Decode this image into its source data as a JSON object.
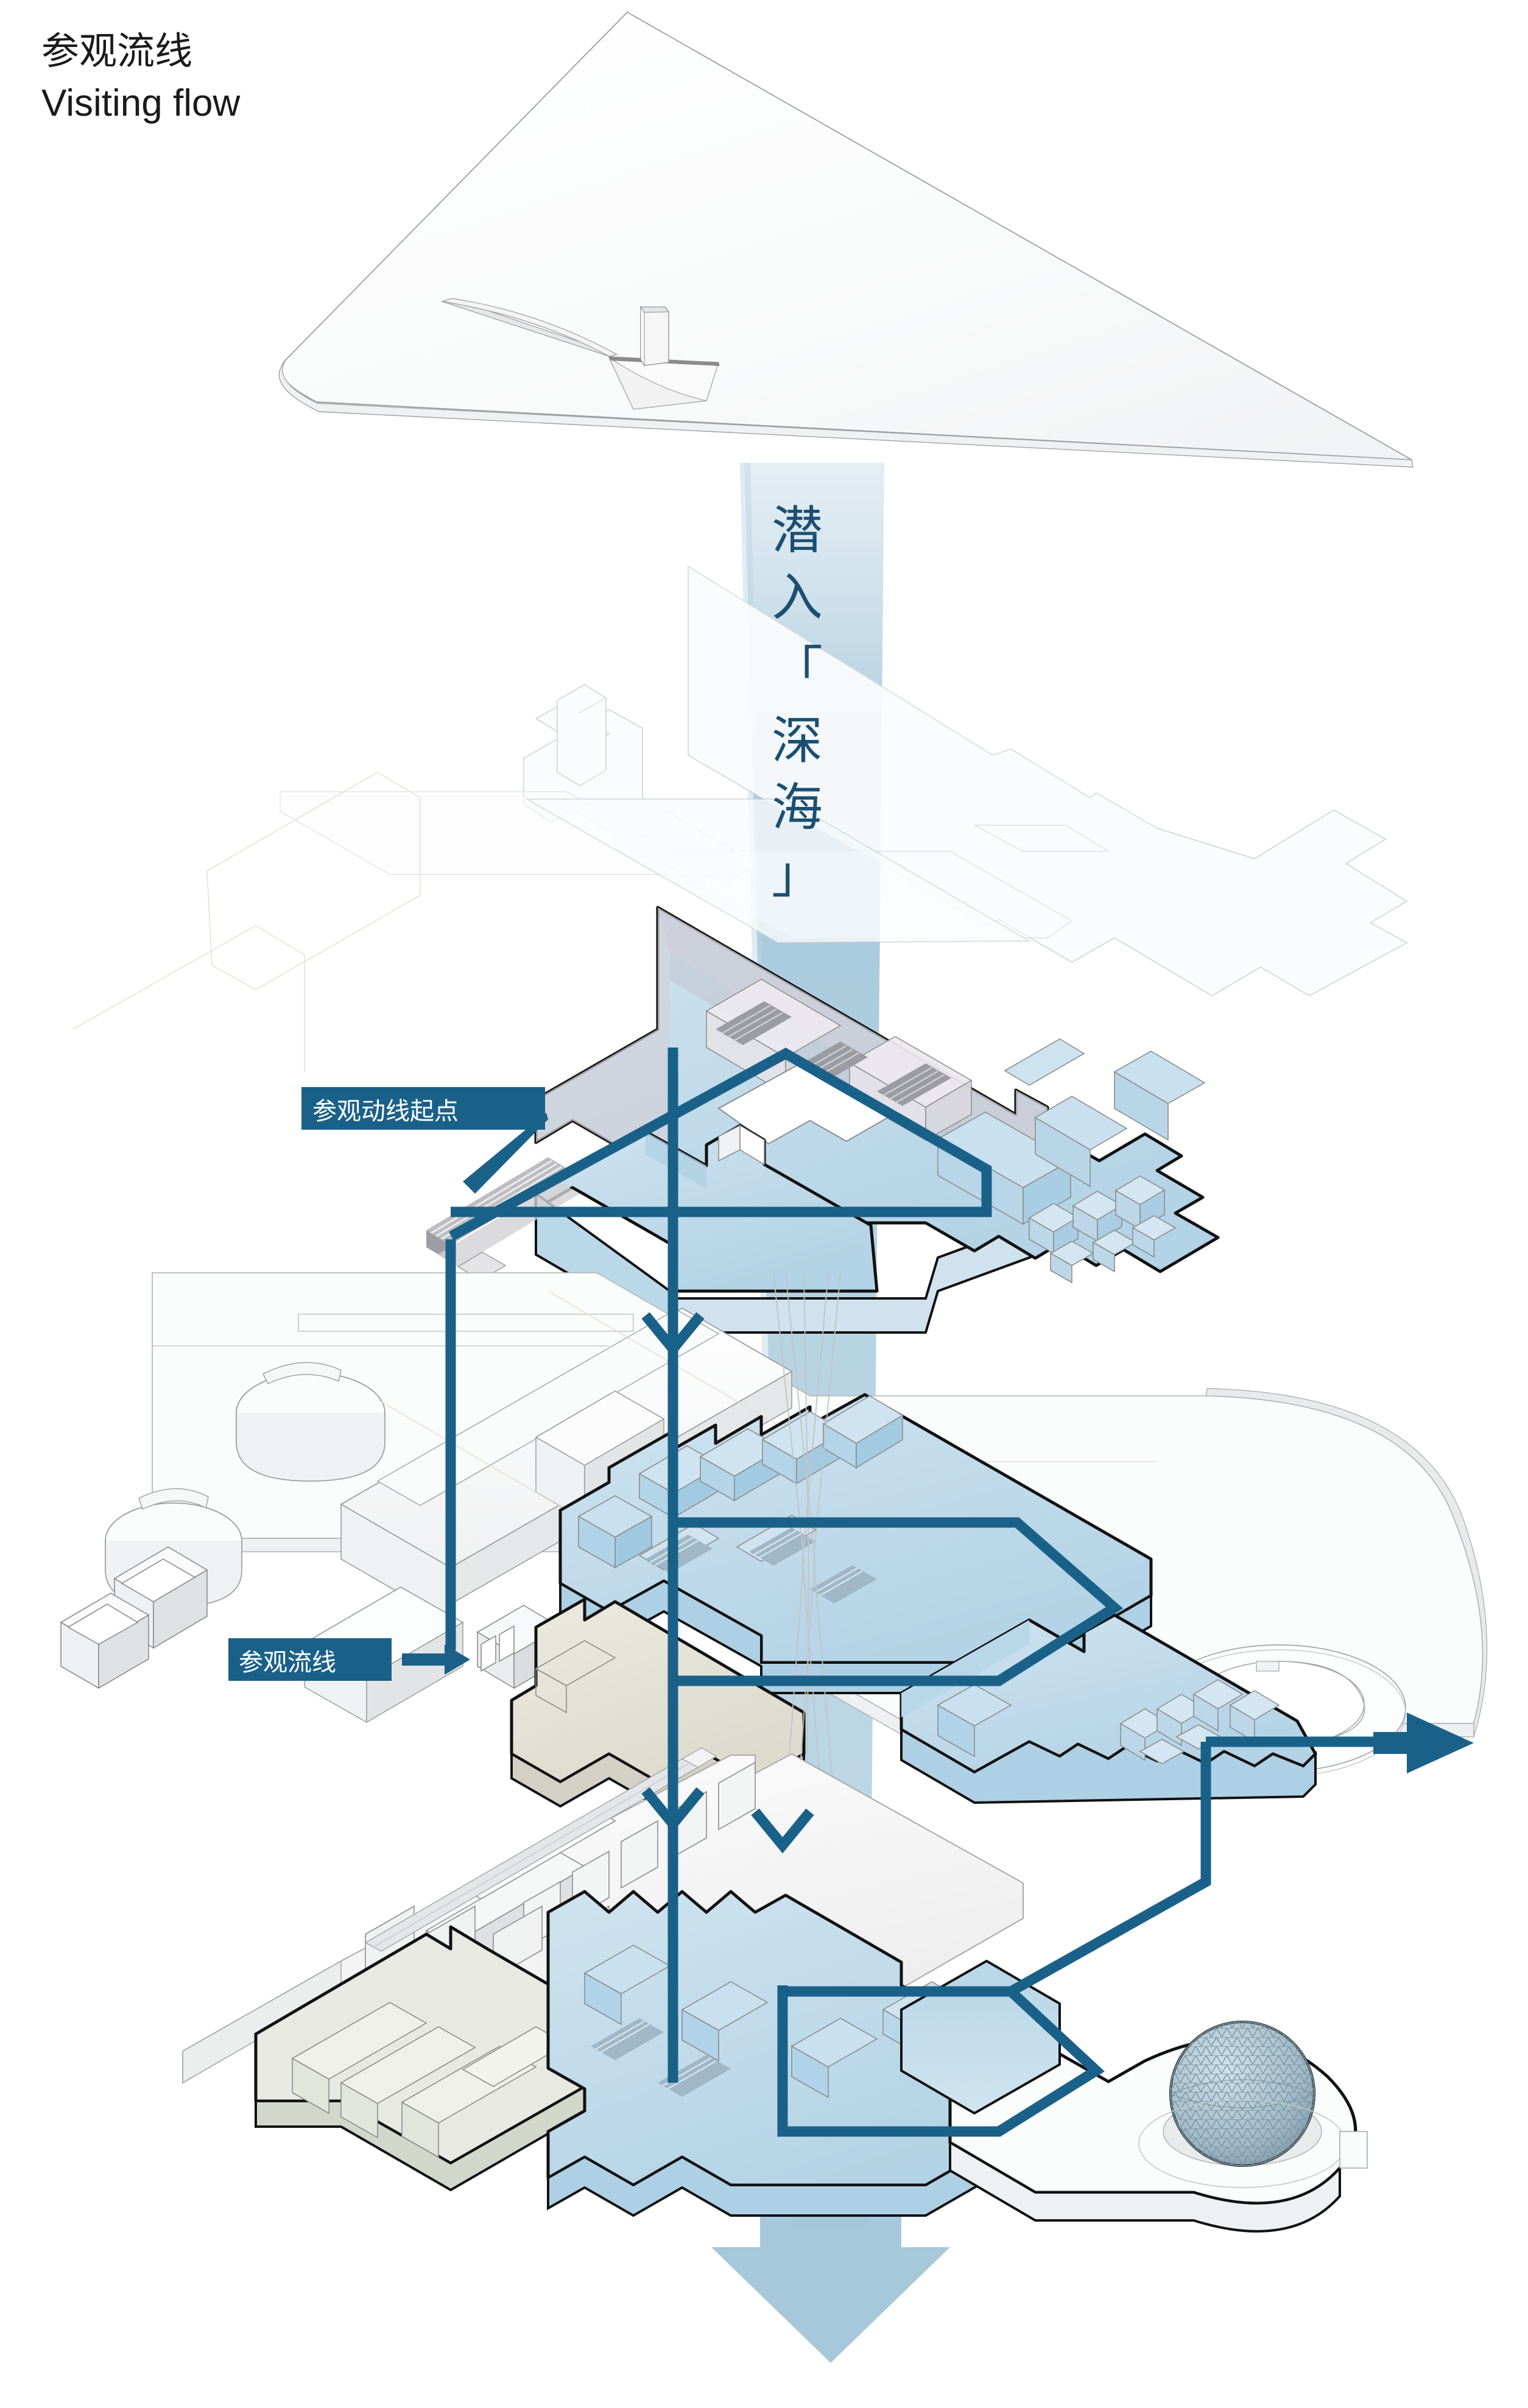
{
  "title": {
    "cn": "参观流线",
    "en": "Visiting flow"
  },
  "beam": {
    "vertical_text": "潜入「深海」",
    "characters": [
      "潜",
      "入",
      "「",
      "深",
      "海",
      "」"
    ],
    "color": "#a9c9da",
    "text_color": "#1b4f72",
    "direction": "downward",
    "arrow": "down-arrow"
  },
  "labels": [
    {
      "id": "route-start",
      "text": "参观动线起点",
      "bg": "#1a6189",
      "fg": "#ffffff",
      "pointer": "leader-tail-to-escalator"
    },
    {
      "id": "route-legend",
      "text": "参观流线",
      "bg": "#1a6189",
      "fg": "#ffffff",
      "pointer": "right-arrow"
    }
  ],
  "route": {
    "color": "#1a6189",
    "stroke_width": 17,
    "markers": [
      "chevron-down",
      "arrow-right"
    ],
    "description": "visiting circulation route"
  },
  "layers": [
    {
      "id": "roof",
      "name": "roof-canopy",
      "style": "white-translucent-plane",
      "fill": "#fafafa"
    },
    {
      "id": "ghost-plan",
      "name": "ghost-floor-outline",
      "style": "faint-outline-plate",
      "fill": "#f7f9fa"
    },
    {
      "id": "level-3",
      "name": "upper-exhibition-floor",
      "style": "blue-tinted-plate",
      "fill": "#bedaea"
    },
    {
      "id": "site",
      "name": "site-ground-plane",
      "style": "white-site-plane",
      "fill": "#fbfbfb"
    },
    {
      "id": "level-2",
      "name": "middle-exhibition-floor",
      "style": "blue-tinted-plate",
      "fill": "#bedaea"
    },
    {
      "id": "level-1",
      "name": "lower-exhibition-floor",
      "style": "blue-tinted-plate",
      "fill": "#bedaea"
    }
  ],
  "features": {
    "sail_sculpture": "sail-sculpture-icon",
    "geodesic_dome": "geodesic-sphere-icon",
    "spiral_ramp": "spiral-ramp-icon",
    "escalators": "escalator-icon",
    "oval_pavilions": "oval-pavilion-icon"
  },
  "colors": {
    "accent": "#1a6189",
    "beam": "#a9c9da",
    "plate_blue": "#bedaea",
    "plate_white": "#fafafa",
    "plate_grey": "#e2e0d8",
    "outline_dark": "#111111",
    "outline_light": "#8d8d8d"
  }
}
